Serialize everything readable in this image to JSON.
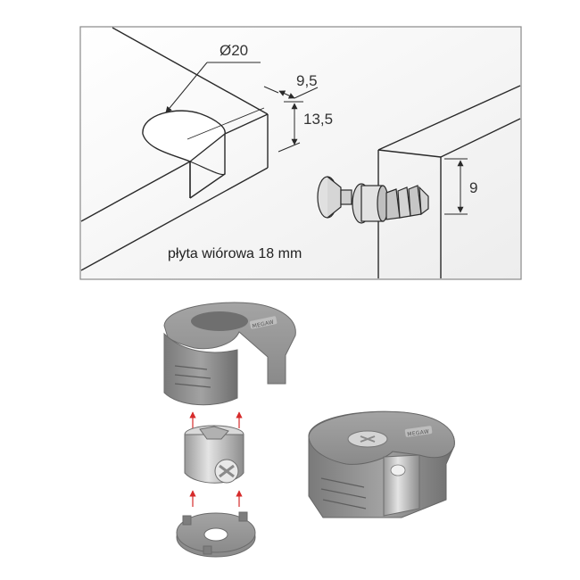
{
  "diagram": {
    "dimensions": {
      "diameter": "Ø20",
      "depth_a": "9,5",
      "depth_b": "13,5",
      "pin_offset": "9"
    },
    "caption": "płyta wiórowa 18 mm",
    "brand_mark": "MEGAW"
  },
  "colors": {
    "line": "#2a2a2a",
    "panel_bg": "#f6f6f6",
    "frame": "#8a8a8a",
    "housing_grey": "#8e8e8e",
    "metal": "#c9c9c9",
    "arrow_red": "#d62b2b"
  }
}
